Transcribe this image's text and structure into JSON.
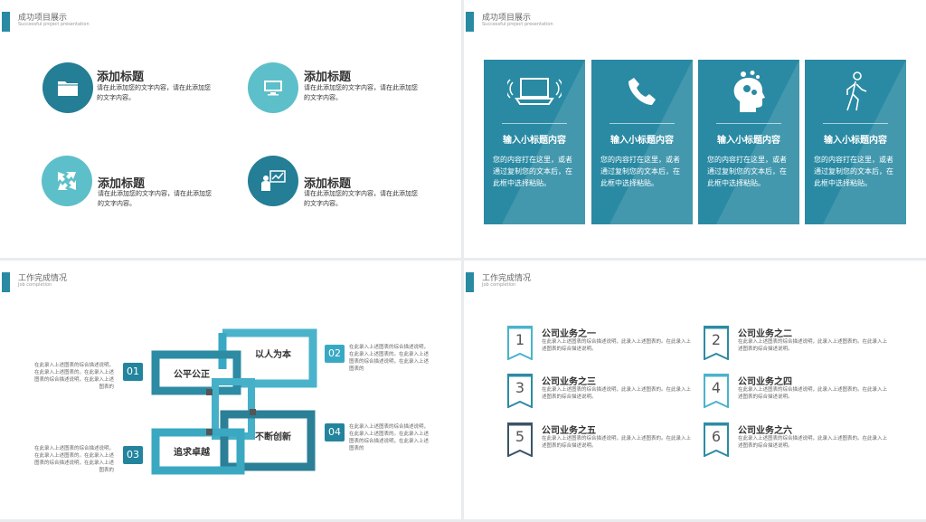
{
  "slide1": {
    "title": "成功项目展示",
    "subtitle": "Successful project presentation",
    "features": [
      {
        "icon": "folder-icon",
        "title": "添加标题",
        "desc": "请在此添加您的文字内容，请在此添加您的文字内容。"
      },
      {
        "icon": "monitor-icon",
        "title": "添加标题",
        "desc": "请在此添加您的文字内容，请在此添加您的文字内容。"
      },
      {
        "icon": "arrows-converge-icon",
        "title": "添加标题",
        "desc": "请在此添加您的文字内容，请在此添加您的文字内容。"
      },
      {
        "icon": "presentation-chart-icon",
        "title": "添加标题",
        "desc": "请在此添加您的文字内容，请在此添加您的文字内容。"
      }
    ]
  },
  "slide2": {
    "title": "成功项目展示",
    "subtitle": "Successful project presentation",
    "cards": [
      {
        "icon": "laptop-wifi-icon",
        "title": "输入小标题内容",
        "desc": "您的内容打在这里，或者通过复制您的文本后，在此框中选择粘贴。"
      },
      {
        "icon": "phone-icon",
        "title": "输入小标题内容",
        "desc": "您的内容打在这里，或者通过复制您的文本后，在此框中选择粘贴。"
      },
      {
        "icon": "head-gears-icon",
        "title": "输入小标题内容",
        "desc": "您的内容打在这里，或者通过复制您的文本后，在此框中选择粘贴。"
      },
      {
        "icon": "walking-person-icon",
        "title": "输入小标题内容",
        "desc": "您的内容打在这里，或者通过复制您的文本后，在此框中选择粘贴。"
      }
    ]
  },
  "slide3": {
    "title": "工作完成情况",
    "subtitle": "Job completion",
    "items": [
      {
        "num": "01",
        "label": "公平公正",
        "desc": "在此录入上述图表的综合描述说明，在此录入上述图表的。在此录入上述图表的综合描述说明，在此录入上述图表的"
      },
      {
        "num": "02",
        "label": "以人为本",
        "desc": "在此录入上述图表的综合描述说明，在此录入上述图表的。在此录入上述图表的综合描述说明，在此录入上述图表的"
      },
      {
        "num": "03",
        "label": "追求卓越",
        "desc": "在此录入上述图表的综合描述说明，在此录入上述图表的。在此录入上述图表的综合描述说明，在此录入上述图表的"
      },
      {
        "num": "04",
        "label": "不断创新",
        "desc": "在此录入上述图表的综合描述说明，在此录入上述图表的。在此录入上述图表的综合描述说明，在此录入上述图表的"
      }
    ]
  },
  "slide4": {
    "title": "工作完成情况",
    "subtitle": "Job completion",
    "items": [
      {
        "num": "1",
        "title": "公司业务之一",
        "desc": "在此录入上述图表的综合描述说明，此录入上述图表的。在此录入上述图表的综合描述说明。"
      },
      {
        "num": "2",
        "title": "公司业务之二",
        "desc": "在此录入上述图表的综合描述说明，此录入上述图表的。在此录入上述图表的综合描述说明。"
      },
      {
        "num": "3",
        "title": "公司业务之三",
        "desc": "在此录入上述图表的综合描述说明，此录入上述图表的。在此录入上述图表的综合描述说明。"
      },
      {
        "num": "4",
        "title": "公司业务之四",
        "desc": "在此录入上述图表的综合描述说明，此录入上述图表的。在此录入上述图表的综合描述说明。"
      },
      {
        "num": "5",
        "title": "公司业务之五",
        "desc": "在此录入上述图表的综合描述说明，此录入上述图表的。在此录入上述图表的综合描述说明。"
      },
      {
        "num": "6",
        "title": "公司业务之六",
        "desc": "在此录入上述图表的综合描述说明，此录入上述图表的。在此录入上述图表的综合描述说明。"
      }
    ]
  },
  "colors": {
    "primary": "#2a8aa3",
    "dark": "#237e96",
    "light": "#5dbfc9",
    "slate": "#3b5366"
  }
}
